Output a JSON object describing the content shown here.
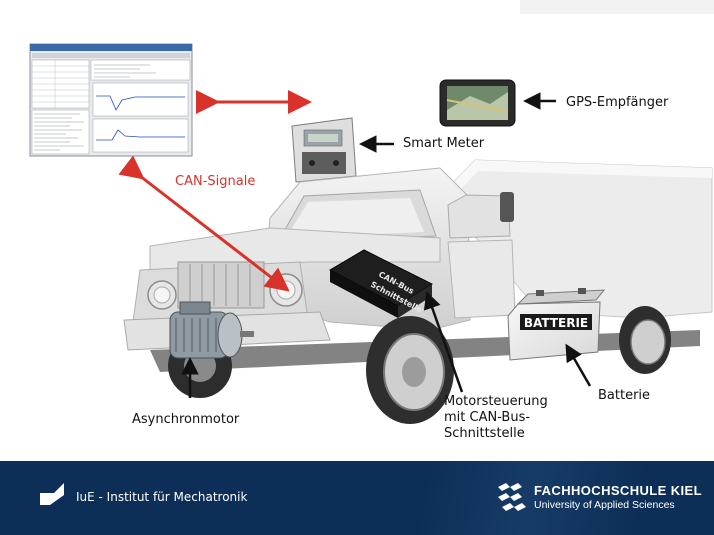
{
  "labels": {
    "can_signals": "CAN-Signale",
    "gps_receiver": "GPS-Empfänger",
    "smart_meter": "Smart Meter",
    "async_motor": "Asynchronmotor",
    "motor_control": [
      "Motorsteuerung",
      "mit CAN-Bus-",
      "Schnittstelle"
    ],
    "battery": "Batterie"
  },
  "device_text": {
    "can_box": [
      "CAN-Bus",
      "Schnittstelle"
    ],
    "battery_box": "BATTERIE"
  },
  "footer": {
    "institute": "IuE - Institut  für Mechatronik",
    "school_name": "FACHHOCHSCHULE KIEL",
    "school_sub": "University of Applied Sciences"
  },
  "colors": {
    "arrow_red": "#d9322b",
    "footer_bg": "#0d2f57"
  }
}
